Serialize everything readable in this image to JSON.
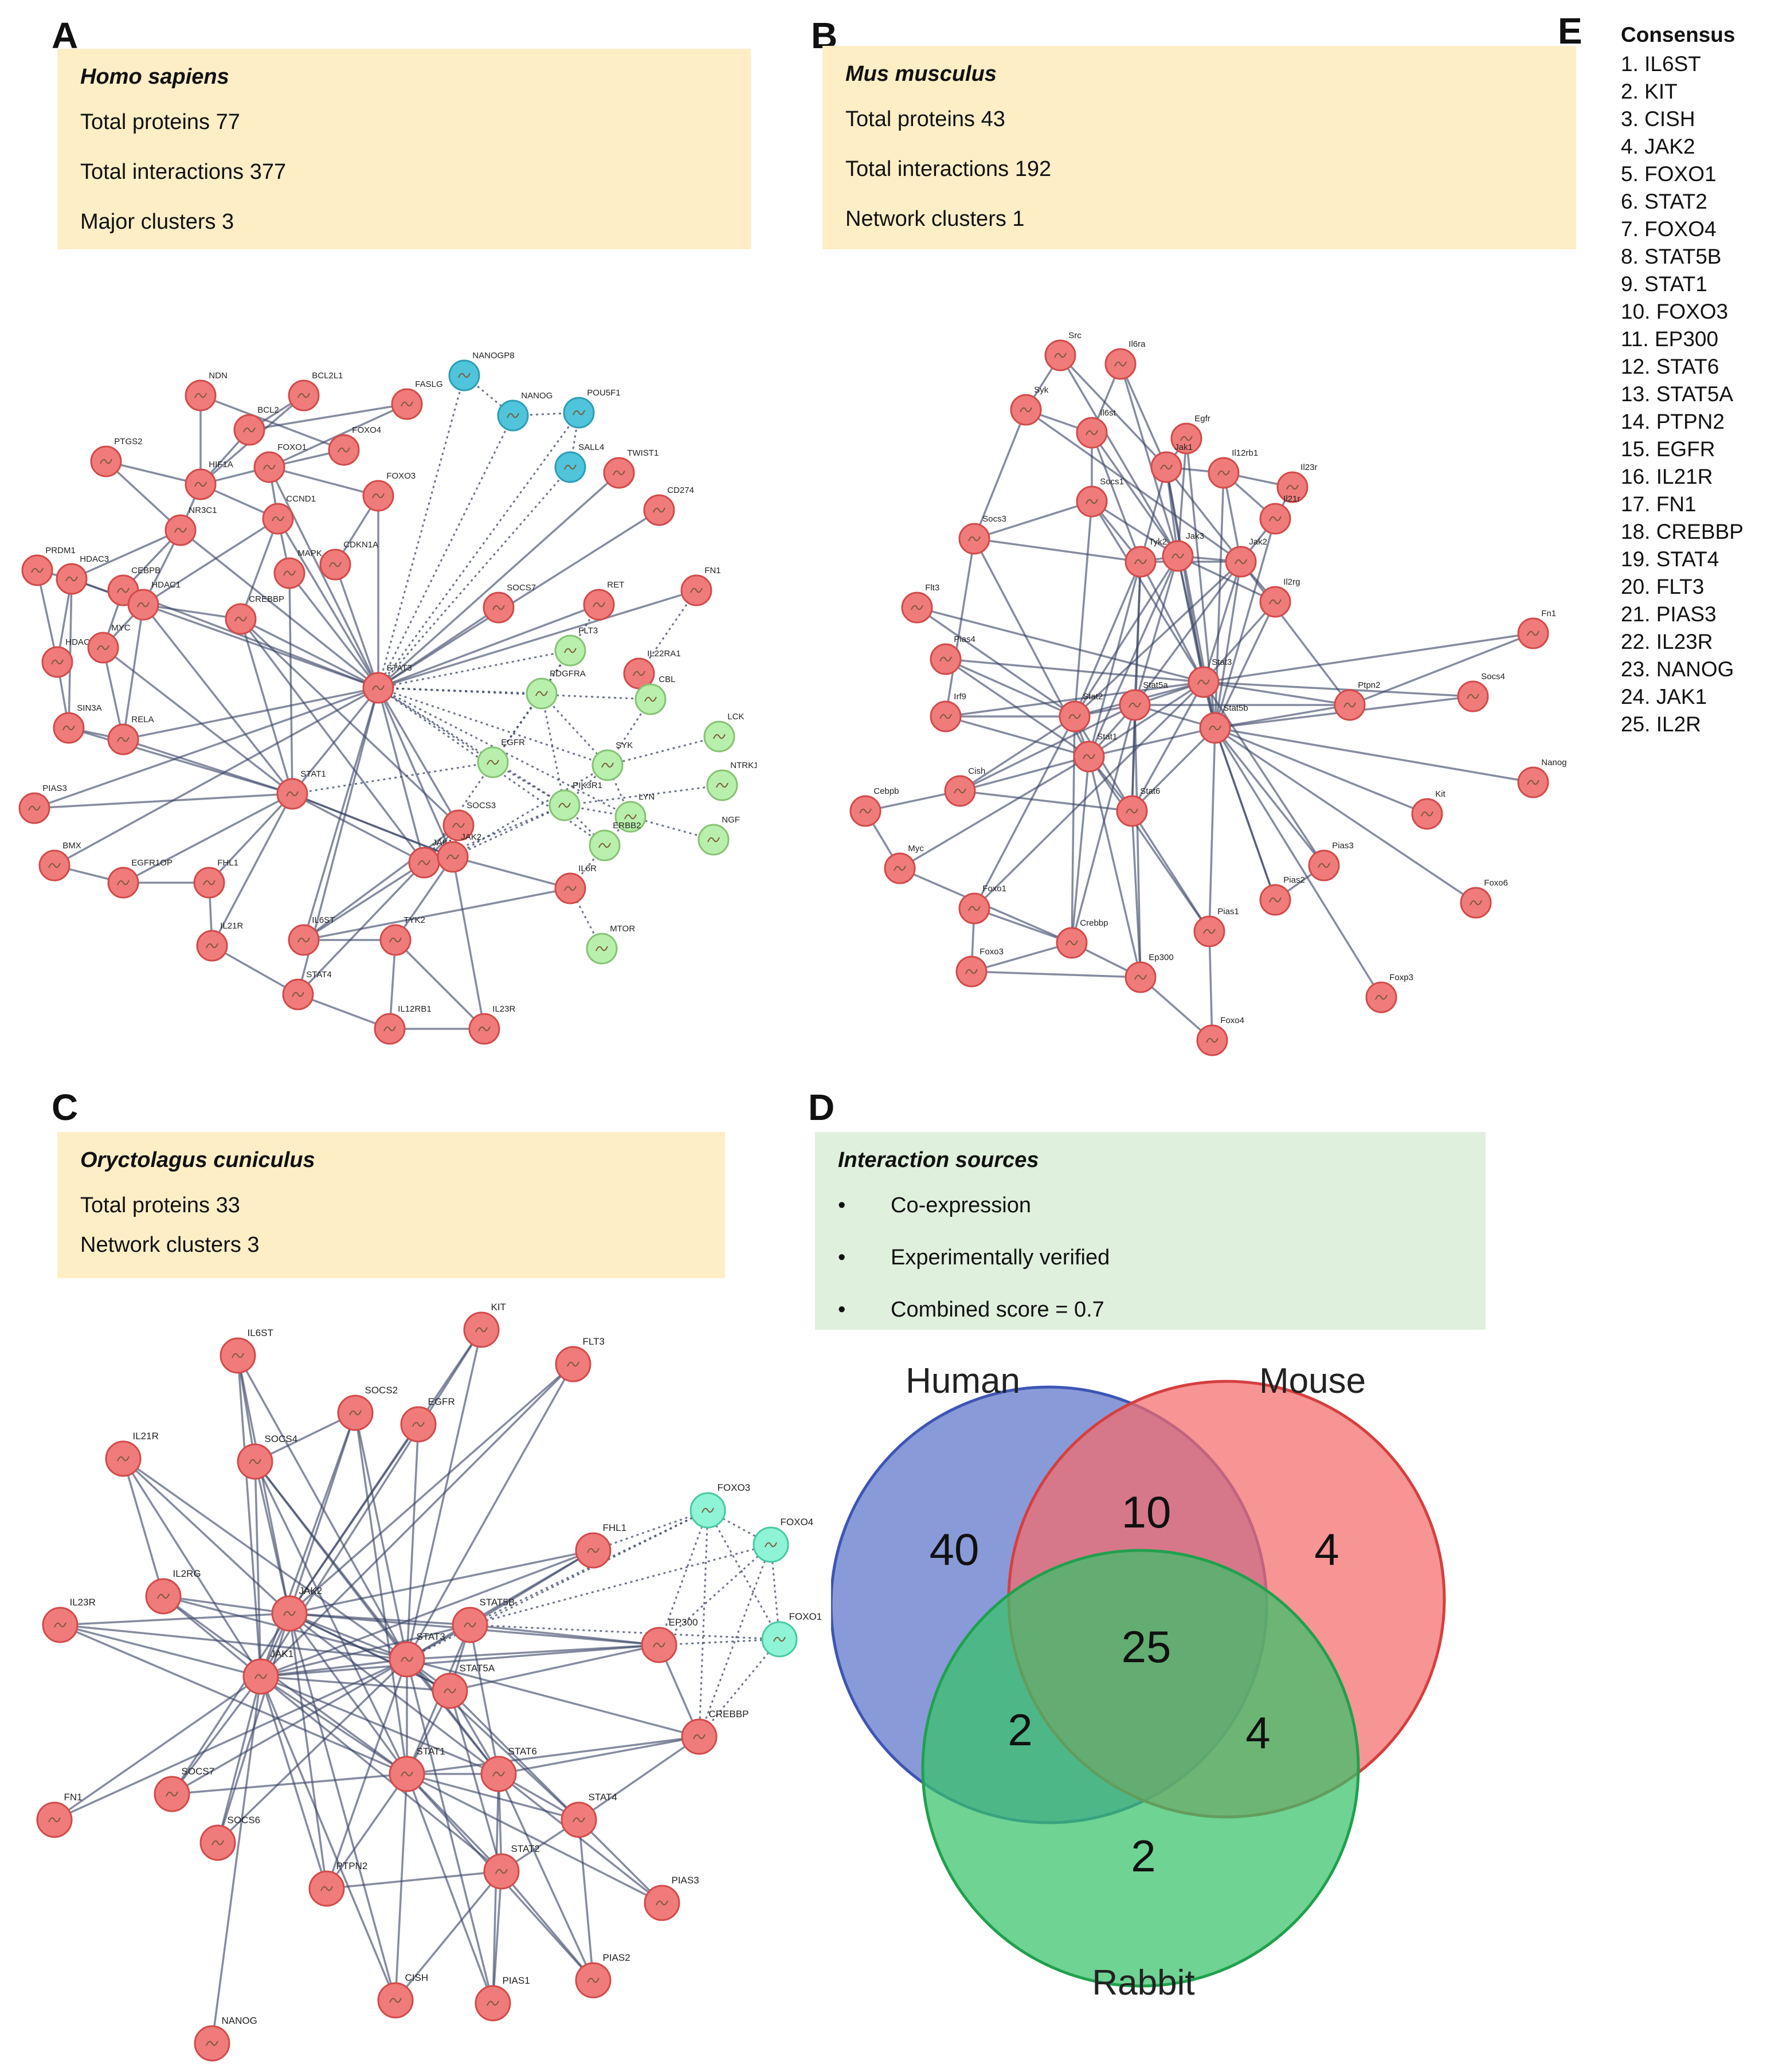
{
  "panels": {
    "A": {
      "letter": "A",
      "title": "Homo sapiens",
      "lines": [
        "Total proteins 77",
        "Total interactions 377",
        "Major clusters 3"
      ]
    },
    "B": {
      "letter": "B",
      "title": "Mus musculus",
      "lines": [
        "Total proteins 43",
        "Total interactions 192",
        "Network clusters 1"
      ]
    },
    "C": {
      "letter": "C",
      "title": "Oryctolagus cuniculus",
      "lines": [
        "Total proteins 33",
        "Network clusters 3"
      ]
    },
    "D": {
      "letter": "D",
      "title": "Interaction sources",
      "bullets": [
        "Co-expression",
        "Experimentally verified",
        "Combined score = 0.7"
      ]
    },
    "E": {
      "letter": "E"
    }
  },
  "consensus": {
    "heading": "Consensus",
    "items": [
      "1. IL6ST",
      "2. KIT",
      "3. CISH",
      "4. JAK2",
      "5. FOXO1",
      "6. STAT2",
      "7. FOXO4",
      "8. STAT5B",
      "9. STAT1",
      "10. FOXO3",
      "11. EP300",
      "12. STAT6",
      "13. STAT5A",
      "14. PTPN2",
      "15. EGFR",
      "16. IL21R",
      "17. FN1",
      "18. CREBBP",
      "19. STAT4",
      "20. FLT3",
      "21. PIAS3",
      "22. IL23R",
      "23. NANOG",
      "24. JAK1",
      "25. IL2R"
    ]
  },
  "venn": {
    "sets": [
      {
        "name": "Human",
        "color": "#5b73c9"
      },
      {
        "name": "Mouse",
        "color": "#f46b6b"
      },
      {
        "name": "Rabbit",
        "color": "#36c26a"
      }
    ],
    "regions": {
      "human_only": "40",
      "mouse_only": "4",
      "rabbit_only": "2",
      "human_mouse": "10",
      "human_rabbit": "2",
      "mouse_rabbit": "4",
      "all": "25"
    }
  },
  "colors": {
    "node_red": "#f07b7b",
    "node_green": "#b9efac",
    "node_blue": "#4fc4da",
    "node_teal": "#8ff3d6",
    "edge": "#3a4566"
  },
  "networks": {
    "A": {
      "nodes": [
        {
          "label": "NDN",
          "c": "r"
        },
        {
          "label": "BCL2L1",
          "c": "r"
        },
        {
          "label": "PTGS2",
          "c": "r"
        },
        {
          "label": "BCL2",
          "c": "r"
        },
        {
          "label": "FOXO4",
          "c": "r"
        },
        {
          "label": "FASLG",
          "c": "r"
        },
        {
          "label": "NANOGP8",
          "c": "b"
        },
        {
          "label": "NANOG",
          "c": "b"
        },
        {
          "label": "POU5F1",
          "c": "b"
        },
        {
          "label": "SALL4",
          "c": "b"
        },
        {
          "label": "TWIST1",
          "c": "r"
        },
        {
          "label": "HIF1A",
          "c": "r"
        },
        {
          "label": "FOXO1",
          "c": "r"
        },
        {
          "label": "FOXO3",
          "c": "r"
        },
        {
          "label": "CD274",
          "c": "r"
        },
        {
          "label": "CCND1",
          "c": "r"
        },
        {
          "label": "NR3C1",
          "c": "r"
        },
        {
          "label": "CDKN1A",
          "c": "r"
        },
        {
          "label": "PRDM1",
          "c": "r"
        },
        {
          "label": "HDAC3",
          "c": "r"
        },
        {
          "label": "CEBPB",
          "c": "r"
        },
        {
          "label": "HDAC1",
          "c": "r"
        },
        {
          "label": "MAPK",
          "c": "r"
        },
        {
          "label": "SOCS7",
          "c": "r"
        },
        {
          "label": "RET",
          "c": "r"
        },
        {
          "label": "FN1",
          "c": "r"
        },
        {
          "label": "CREBBP",
          "c": "r"
        },
        {
          "label": "FLT3",
          "c": "g"
        },
        {
          "label": "HDAC2",
          "c": "r"
        },
        {
          "label": "MYC",
          "c": "r"
        },
        {
          "label": "IL22RA1",
          "c": "r"
        },
        {
          "label": "STAT3",
          "c": "r"
        },
        {
          "label": "PDGFRA",
          "c": "g"
        },
        {
          "label": "CBL",
          "c": "g"
        },
        {
          "label": "SIN3A",
          "c": "r"
        },
        {
          "label": "RELA",
          "c": "r"
        },
        {
          "label": "LCK",
          "c": "g"
        },
        {
          "label": "EGFR",
          "c": "g"
        },
        {
          "label": "SYK",
          "c": "g"
        },
        {
          "label": "NTRK1",
          "c": "g"
        },
        {
          "label": "PIAS3",
          "c": "r"
        },
        {
          "label": "STAT1",
          "c": "r"
        },
        {
          "label": "PIK3R1",
          "c": "g"
        },
        {
          "label": "LYN",
          "c": "g"
        },
        {
          "label": "NGF",
          "c": "g"
        },
        {
          "label": "SOCS3",
          "c": "r"
        },
        {
          "label": "ERBB2",
          "c": "g"
        },
        {
          "label": "BMX",
          "c": "r"
        },
        {
          "label": "EGFR1OP",
          "c": "r"
        },
        {
          "label": "FHL1",
          "c": "r"
        },
        {
          "label": "JAK1",
          "c": "r"
        },
        {
          "label": "JAK2",
          "c": "r"
        },
        {
          "label": "IL6R",
          "c": "r"
        },
        {
          "label": "IL21R",
          "c": "r"
        },
        {
          "label": "IL6ST",
          "c": "r"
        },
        {
          "label": "MTOR",
          "c": "g"
        },
        {
          "label": "STAT4",
          "c": "r"
        },
        {
          "label": "TYK2",
          "c": "r"
        },
        {
          "label": "IL12RB1",
          "c": "r"
        },
        {
          "label": "IL23R",
          "c": "r"
        }
      ]
    },
    "B": {
      "nodes": [
        {
          "label": "Src"
        },
        {
          "label": "Il6ra"
        },
        {
          "label": "Syk"
        },
        {
          "label": "Il6st"
        },
        {
          "label": "Egfr"
        },
        {
          "label": "Jak1"
        },
        {
          "label": "Il12rb1"
        },
        {
          "label": "Il23r"
        },
        {
          "label": "Socs1"
        },
        {
          "label": "Il21r"
        },
        {
          "label": "Socs3"
        },
        {
          "label": "Tyk2"
        },
        {
          "label": "Jak3"
        },
        {
          "label": "Jak2"
        },
        {
          "label": "Il2rg"
        },
        {
          "label": "Flt3"
        },
        {
          "label": "Fn1"
        },
        {
          "label": "Pias4"
        },
        {
          "label": "Stat3"
        },
        {
          "label": "Ptpn2"
        },
        {
          "label": "Socs4"
        },
        {
          "label": "Irf9"
        },
        {
          "label": "Stat2"
        },
        {
          "label": "Stat5a"
        },
        {
          "label": "Stat5b"
        },
        {
          "label": "Stat1"
        },
        {
          "label": "Nanog"
        },
        {
          "label": "Cish"
        },
        {
          "label": "Stat6"
        },
        {
          "label": "Cebpb"
        },
        {
          "label": "Kit"
        },
        {
          "label": "Pias3"
        },
        {
          "label": "Myc"
        },
        {
          "label": "Pias2"
        },
        {
          "label": "Foxo6"
        },
        {
          "label": "Foxo1"
        },
        {
          "label": "Crebbp"
        },
        {
          "label": "Pias1"
        },
        {
          "label": "Foxo3"
        },
        {
          "label": "Ep300"
        },
        {
          "label": "Foxp3"
        },
        {
          "label": "Foxo4"
        }
      ]
    },
    "C": {
      "nodes": [
        {
          "label": "KIT",
          "c": "r"
        },
        {
          "label": "IL6ST",
          "c": "r"
        },
        {
          "label": "FLT3",
          "c": "r"
        },
        {
          "label": "SOCS2",
          "c": "r"
        },
        {
          "label": "EGFR",
          "c": "r"
        },
        {
          "label": "IL21R",
          "c": "r"
        },
        {
          "label": "SOCS4",
          "c": "r"
        },
        {
          "label": "FOXO3",
          "c": "t"
        },
        {
          "label": "FOXO4",
          "c": "t"
        },
        {
          "label": "FHL1",
          "c": "r"
        },
        {
          "label": "IL2RG",
          "c": "r"
        },
        {
          "label": "IL23R",
          "c": "r"
        },
        {
          "label": "JAK2",
          "c": "r"
        },
        {
          "label": "STAT5B",
          "c": "r"
        },
        {
          "label": "STAT3",
          "c": "r"
        },
        {
          "label": "EP300",
          "c": "r"
        },
        {
          "label": "FOXO1",
          "c": "t"
        },
        {
          "label": "JAK1",
          "c": "r"
        },
        {
          "label": "STAT5A",
          "c": "r"
        },
        {
          "label": "CREBBP",
          "c": "r"
        },
        {
          "label": "STAT1",
          "c": "r"
        },
        {
          "label": "STAT6",
          "c": "r"
        },
        {
          "label": "SOCS7",
          "c": "r"
        },
        {
          "label": "FN1",
          "c": "r"
        },
        {
          "label": "STAT4",
          "c": "r"
        },
        {
          "label": "SOCS6",
          "c": "r"
        },
        {
          "label": "STAT2",
          "c": "r"
        },
        {
          "label": "PTPN2",
          "c": "r"
        },
        {
          "label": "PIAS3",
          "c": "r"
        },
        {
          "label": "PIAS2",
          "c": "r"
        },
        {
          "label": "CISH",
          "c": "r"
        },
        {
          "label": "PIAS1",
          "c": "r"
        },
        {
          "label": "NANOG",
          "c": "r"
        }
      ]
    }
  }
}
